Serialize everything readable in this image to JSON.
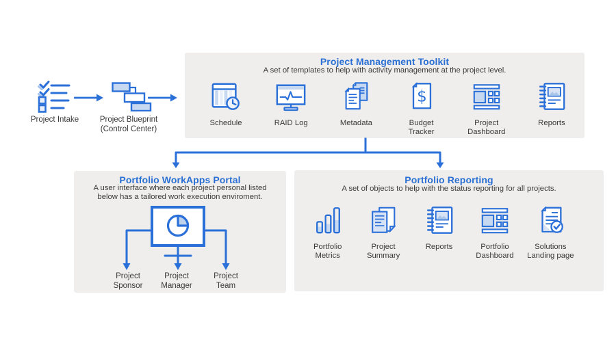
{
  "palette": {
    "accent_blue": "#2a70d8",
    "title_blue": "#2a6fd3",
    "light_fill": "#c7d8f1",
    "lighter_fill": "#e9f0fa",
    "box_background": "#efeeec",
    "body_text": "#3a3a3a"
  },
  "intake_flow": {
    "intake": {
      "label": "Project Intake",
      "icon": "checklist"
    },
    "blueprint": {
      "label": "Project Blueprint\n(Control Center)",
      "icon": "org-chart"
    }
  },
  "toolkit_box": {
    "title": "Project Management Toolkit",
    "subtitle": "A set of templates to help with activity management at the project level.",
    "items": [
      {
        "label": "Schedule",
        "icon": "calendar-clock"
      },
      {
        "label": "RAID Log",
        "icon": "monitor-pulse"
      },
      {
        "label": "Metadata",
        "icon": "documents-copy"
      },
      {
        "label": "Budget\nTracker",
        "icon": "dollar-document"
      },
      {
        "label": "Project\nDashboard",
        "icon": "dashboard"
      },
      {
        "label": "Reports",
        "icon": "spiral-notebook"
      }
    ]
  },
  "workapps_box": {
    "title": "Portfolio WorkApps Portal",
    "subtitle": "A user interface where each project personal listed\nbelow has a tailored work execution enviroment.",
    "monitor_icon": "monitor-pie-chart",
    "roles": [
      {
        "label": "Project\nSponsor"
      },
      {
        "label": "Project\nManager"
      },
      {
        "label": "Project\nTeam"
      }
    ]
  },
  "reporting_box": {
    "title": "Portfolio Reporting",
    "subtitle": "A set of objects to help with the status reporting for all projects.",
    "items": [
      {
        "label": "Portfolio\nMetrics",
        "icon": "bar-chart"
      },
      {
        "label": "Project\nSummary",
        "icon": "documents-summary"
      },
      {
        "label": "Reports",
        "icon": "spiral-notebook"
      },
      {
        "label": "Portfolio\nDashboard",
        "icon": "dashboard"
      },
      {
        "label": "Solutions\nLanding page",
        "icon": "document-check"
      }
    ]
  }
}
